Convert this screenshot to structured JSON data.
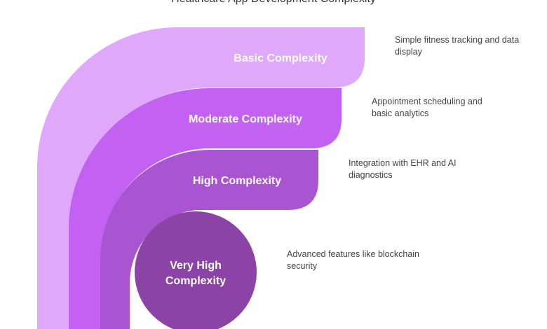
{
  "title": "Healthcare App Development Complexity",
  "levels": [
    {
      "label": "Basic Complexity",
      "description": "Simple fitness tracking and data display",
      "color": "#e0a8fa"
    },
    {
      "label": "Moderate Complexity",
      "description": "Appointment scheduling and basic analytics",
      "color": "#c362f2"
    },
    {
      "label": "High Complexity",
      "description": "Integration with EHR and AI diagnostics",
      "color": "#a955d2"
    },
    {
      "label": "Very High Complexity",
      "label_lines": [
        "Very High",
        "Complexity"
      ],
      "description": "Advanced features like blockchain security",
      "color": "#8b44a5"
    }
  ]
}
